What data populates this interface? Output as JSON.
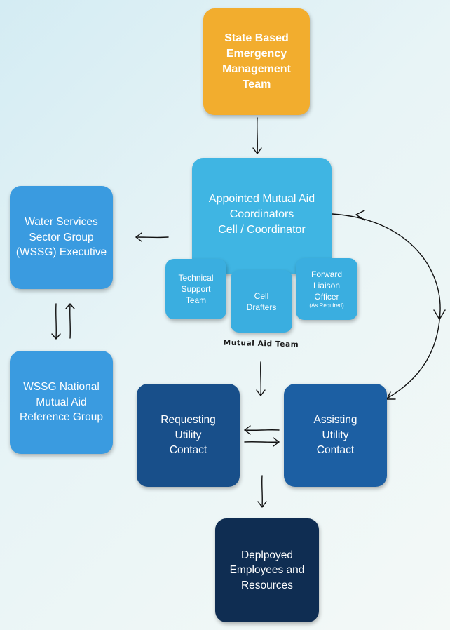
{
  "diagram": {
    "state_team": "State Based\nEmergency\nManagement\nTeam",
    "coordinators": "Appointed Mutual Aid\nCoordinators\nCell / Coordinator",
    "technical_support": "Technical\nSupport\nTeam",
    "cell_drafters": "Cell\nDrafters",
    "forward_liaison": "Forward\nLiaison\nOfficer",
    "forward_liaison_note": "(As Required)",
    "team_label": "Mutual Aid Team",
    "wssg_executive": "Water Services\nSector Group\n(WSSG) Executive",
    "wssg_national": "WSSG National\nMutual Aid\nReference Group",
    "requesting": "Requesting\nUtility\nContact",
    "assisting": "Assisting\nUtility\nContact",
    "deployed": "Deplpoyed\nEmployees and\nResources"
  },
  "colors": {
    "state": "#f2ad2e",
    "coordinator": "#3fb5e3",
    "wssg": "#3a9be0",
    "requesting": "#184f8a",
    "assisting": "#1c5fa3",
    "deployed": "#0f2d52"
  }
}
